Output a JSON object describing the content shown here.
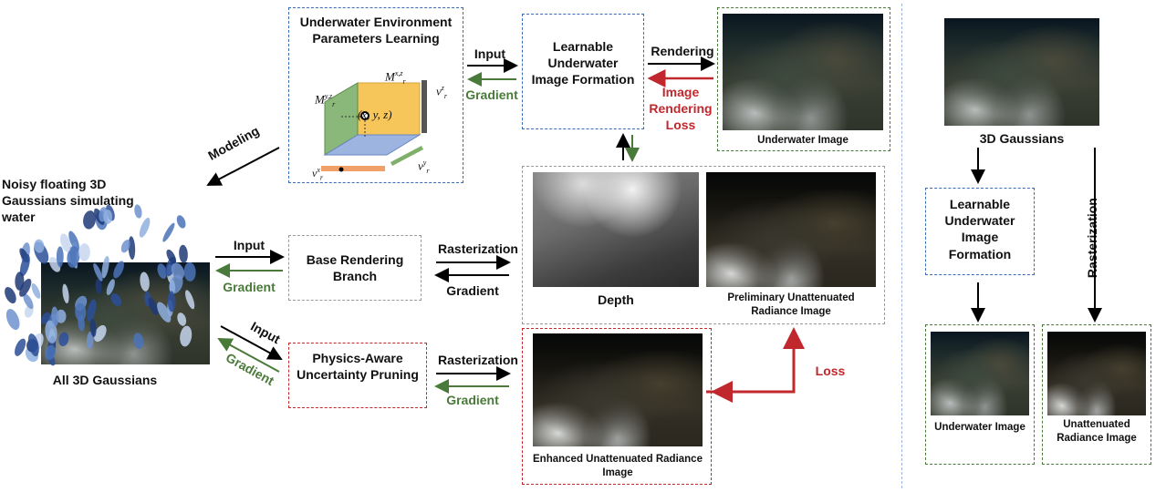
{
  "env_box": {
    "title": "Underwater Environment Parameters Learning"
  },
  "math": {
    "mxz": "M",
    "mxz_sup": "x,z",
    "mxz_sub": "r",
    "myz": "M",
    "myz_sup": "y,z",
    "myz_sub": "r",
    "vz": "v",
    "vz_sup": "z",
    "vz_sub": "r",
    "vy": "v",
    "vy_sup": "y",
    "vy_sub": "r",
    "vx": "v",
    "vx_sup": "x",
    "vx_sub": "r",
    "point": "(x, y, z)"
  },
  "formation_box": {
    "title": "Learnable Underwater Image Formation"
  },
  "base_box": {
    "title": "Base Rendering Branch"
  },
  "physics_box": {
    "title": "Physics-Aware Uncertainty Pruning"
  },
  "labels": {
    "modeling": "Modeling",
    "noisy": "Noisy floating 3D Gaussians simulating water",
    "all_gaussians": "All 3D Gaussians",
    "input_top": "Input",
    "gradient_top": "Gradient",
    "rendering": "Rendering",
    "image_rendering_loss": "Image Rendering Loss",
    "input_base": "Input",
    "gradient_base": "Gradient",
    "rasterization_base": "Rasterization",
    "gradient_base_right": "Gradient",
    "input_phys": "Input",
    "gradient_phys": "Gradient",
    "rasterization_phys": "Rasterization",
    "gradient_phys_right": "Gradient",
    "loss": "Loss"
  },
  "captions": {
    "underwater_image": "Underwater Image",
    "depth": "Depth",
    "preliminary": "Preliminary Unattenuated Radiance Image",
    "enhanced": "Enhanced Unattenuated Radiance Image"
  },
  "right_panel": {
    "gaussians": "3D Gaussians",
    "formation": "Learnable Underwater Image Formation",
    "rasterization": "Rasterization",
    "underwater_image": "Underwater Image",
    "unattenuated": "Unattenuated Radiance Image"
  },
  "colors": {
    "blue": "#3a6bb5",
    "red": "#c0282d",
    "green": "#4a7a3a",
    "gray": "#9a9a9a"
  }
}
